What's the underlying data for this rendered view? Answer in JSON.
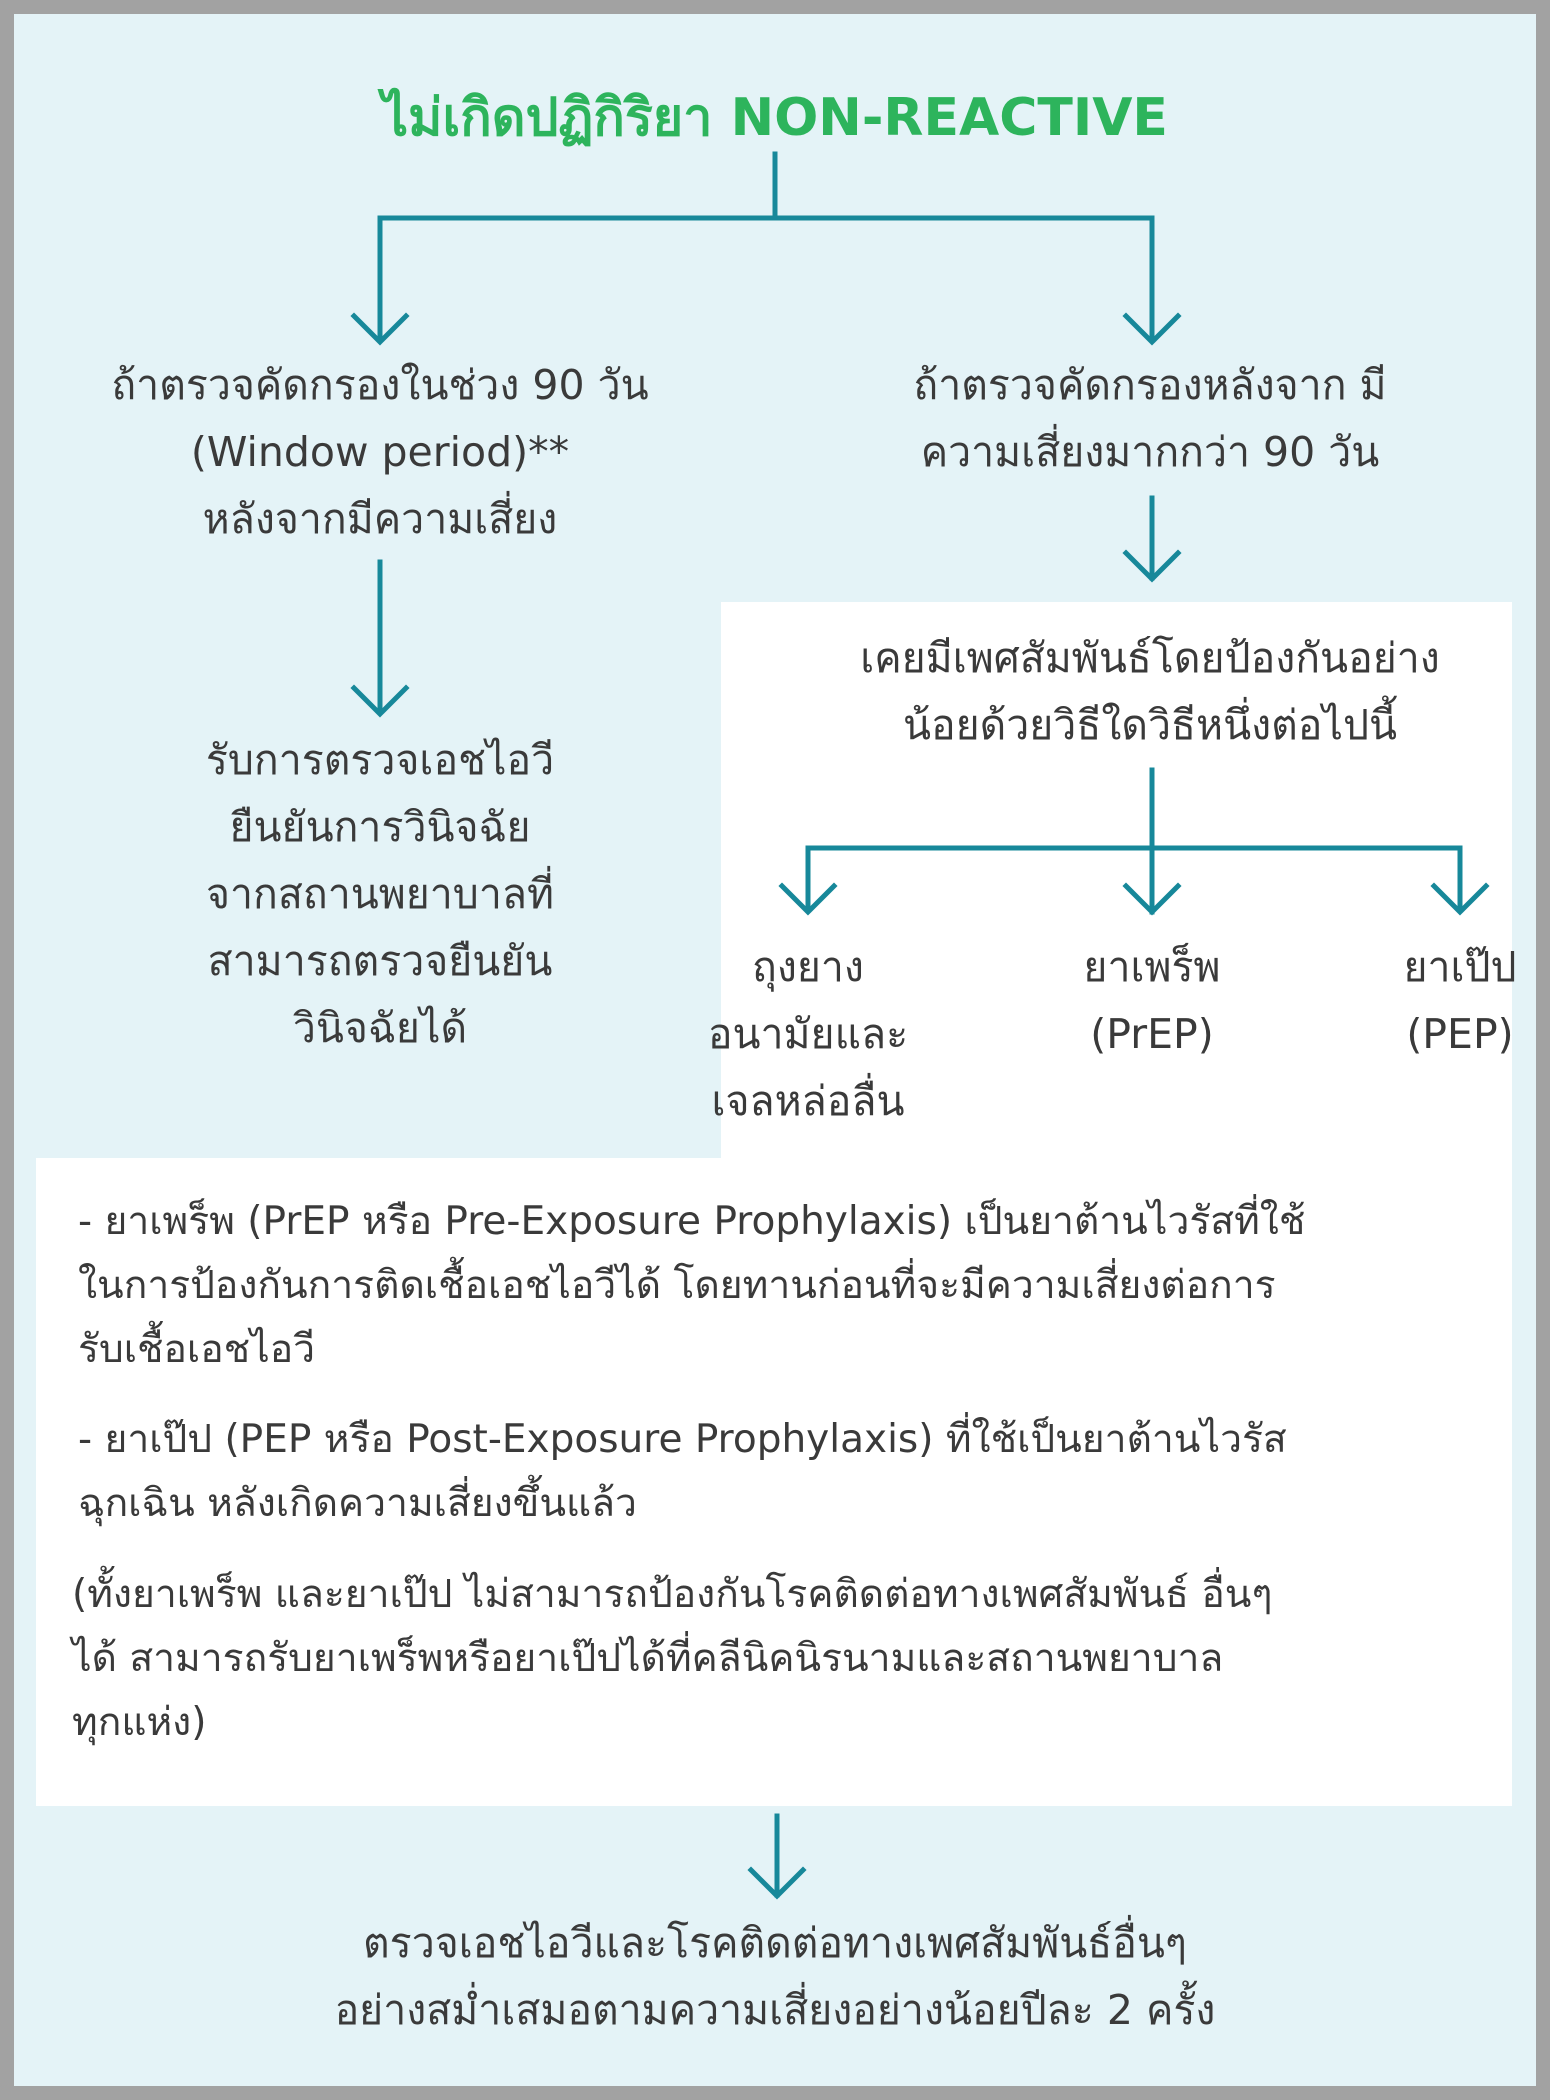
{
  "title": "ไม่เกิดปฏิกิริยา NON-REACTIVE",
  "left_branch": {
    "condition": "ถ้าตรวจคัดกรองในช่วง 90 วัน\n(Window period)**\nหลังจากมีความเสี่ยง",
    "action": "รับการตรวจเอชไอวี\nยืนยันการวินิจฉัย\nจากสถานพยาบาลที่\nสามารถตรวจยืนยัน\nวินิจฉัยได้"
  },
  "right_branch": {
    "condition": "ถ้าตรวจคัดกรองหลังจาก มี\nความเสี่ยงมากกว่า 90 วัน",
    "question": "เคยมีเพศสัมพันธ์โดยป้องกันอย่าง\nน้อยด้วยวิธีใดวิธีหนึ่งต่อไปนี้",
    "options": [
      "ถุงยาง\nอนามัยและ\nเจลหล่อลื่น",
      "ยาเพร็พ\n(PrEP)",
      "ยาเป๊ป\n(PEP)"
    ]
  },
  "notes": {
    "prep": "- ยาเพร็พ (PrEP หรือ Pre-Exposure Prophylaxis) เป็นยาต้านไวรัสที่ใช้\nในการป้องกันการติดเชื้อเอชไอวีได้ โดยทานก่อนที่จะมีความเสี่ยงต่อการ\nรับเชื้อเอชไอวี",
    "pep": "- ยาเป๊ป (PEP หรือ Post-Exposure Prophylaxis) ที่ใช้เป็นยาต้านไวรัส\nฉุกเฉิน หลังเกิดความเสี่ยงขึ้นแล้ว",
    "disclaimer": "(ทั้งยาเพร็พ และยาเป๊ป ไม่สามารถป้องกันโรคติดต่อทางเพศสัมพันธ์ อื่นๆ\nได้ สามารถรับยาเพร็พหรือยาเป๊ปได้ที่คลีนิคนิรนามและสถานพยาบาล\nทุกแห่ง)"
  },
  "final": "ตรวจเอชไอวีและโรคติดต่อทางเพศสัมพันธ์อื่นๆ\nอย่างสม่ำเสมอตามความเสี่ยงอย่างน้อยปีละ 2 ครั้ง",
  "colors": {
    "background": "#e4f3f7",
    "border": "#a2a2a2",
    "title": "#2db45c",
    "connector": "#17889a",
    "text": "#3a3a3a",
    "panel": "#ffffff"
  }
}
